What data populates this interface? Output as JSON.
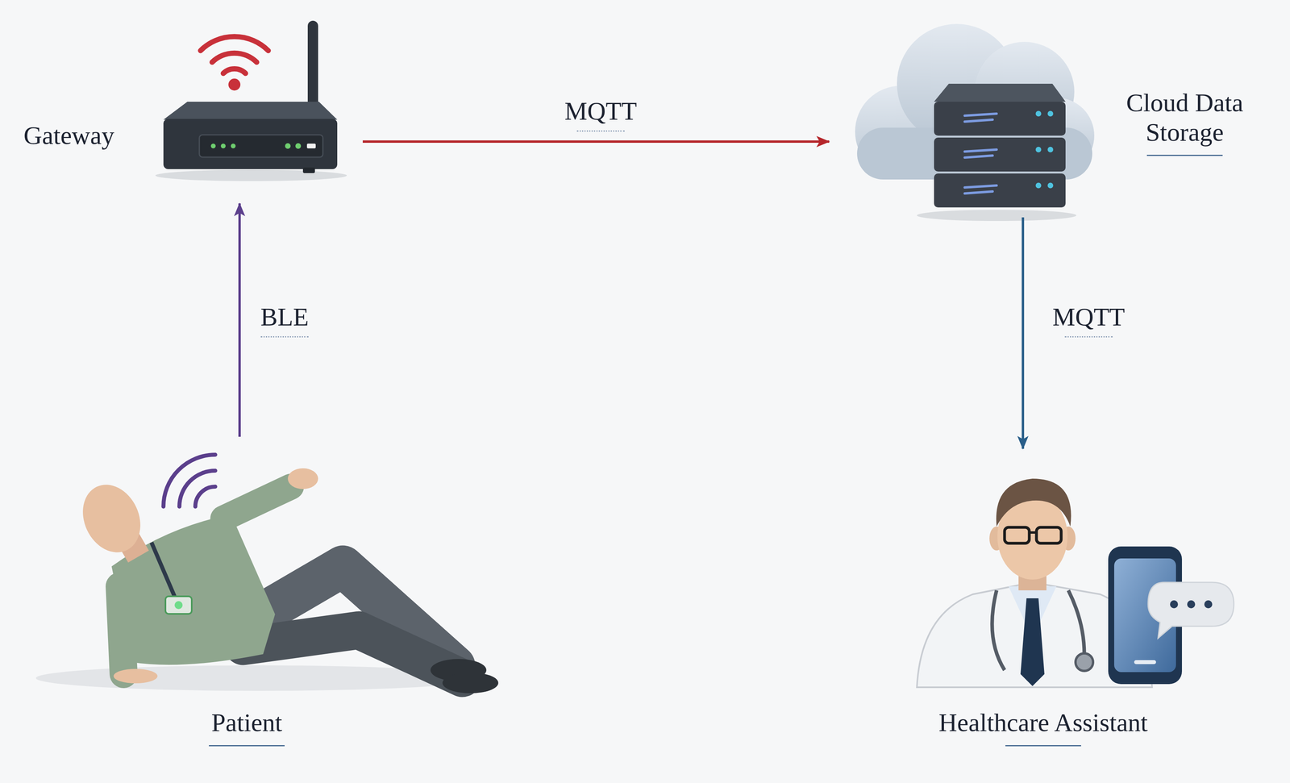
{
  "diagram": {
    "nodes": [
      {
        "text": [
          "Gateway"
        ]
      },
      {
        "text": [
          "Cloud Data Storage"
        ]
      },
      {
        "text": [
          "Patient"
        ]
      },
      {
        "text": [
          "Healthcare Assistant"
        ]
      }
    ],
    "edges": [
      {
        "from": 2,
        "to": 0,
        "label": "BLE",
        "arrow": "to"
      },
      {
        "from": 0,
        "to": 1,
        "label": "MQTT",
        "arrow": "to"
      },
      {
        "from": 1,
        "to": 3,
        "label": "MQTT",
        "arrow": "to"
      }
    ]
  }
}
